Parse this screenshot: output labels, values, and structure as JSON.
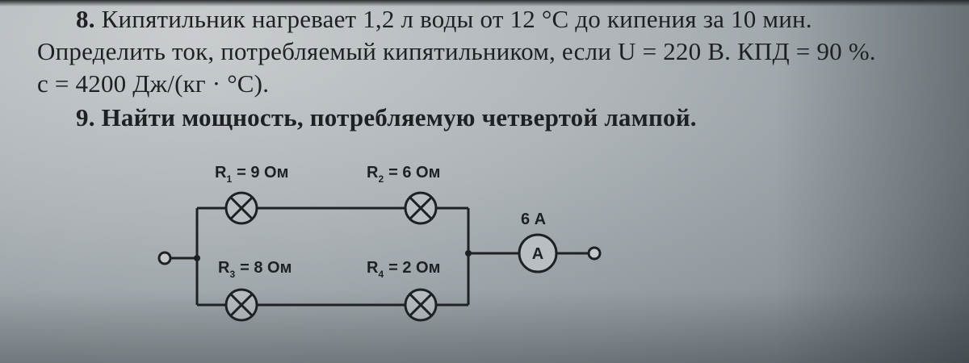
{
  "problems": [
    {
      "number": "8.",
      "lines": [
        "Кипятильник нагревает 1,2 л воды от 12 °С до кипения за 10 мин.",
        "Определить ток, потребляемый кипятильником, если U = 220 В. КПД = 90 %.",
        "с = 4200 Дж/(кг · °С)."
      ]
    },
    {
      "number": "9.",
      "lines": [
        "Найти мощность, потребляемую четвертой лампой."
      ]
    }
  ],
  "circuit": {
    "lamps": [
      {
        "symbol": "R",
        "index": "1",
        "value": "= 9 Ом"
      },
      {
        "symbol": "R",
        "index": "2",
        "value": "= 6 Ом"
      },
      {
        "symbol": "R",
        "index": "3",
        "value": "= 8 Ом"
      },
      {
        "symbol": "R",
        "index": "4",
        "value": "= 2 Ом"
      }
    ],
    "ammeter": {
      "symbol": "A",
      "reading": "6 А"
    }
  },
  "colors": {
    "ink": "#1d2124",
    "paper": "#aeb4b8"
  }
}
